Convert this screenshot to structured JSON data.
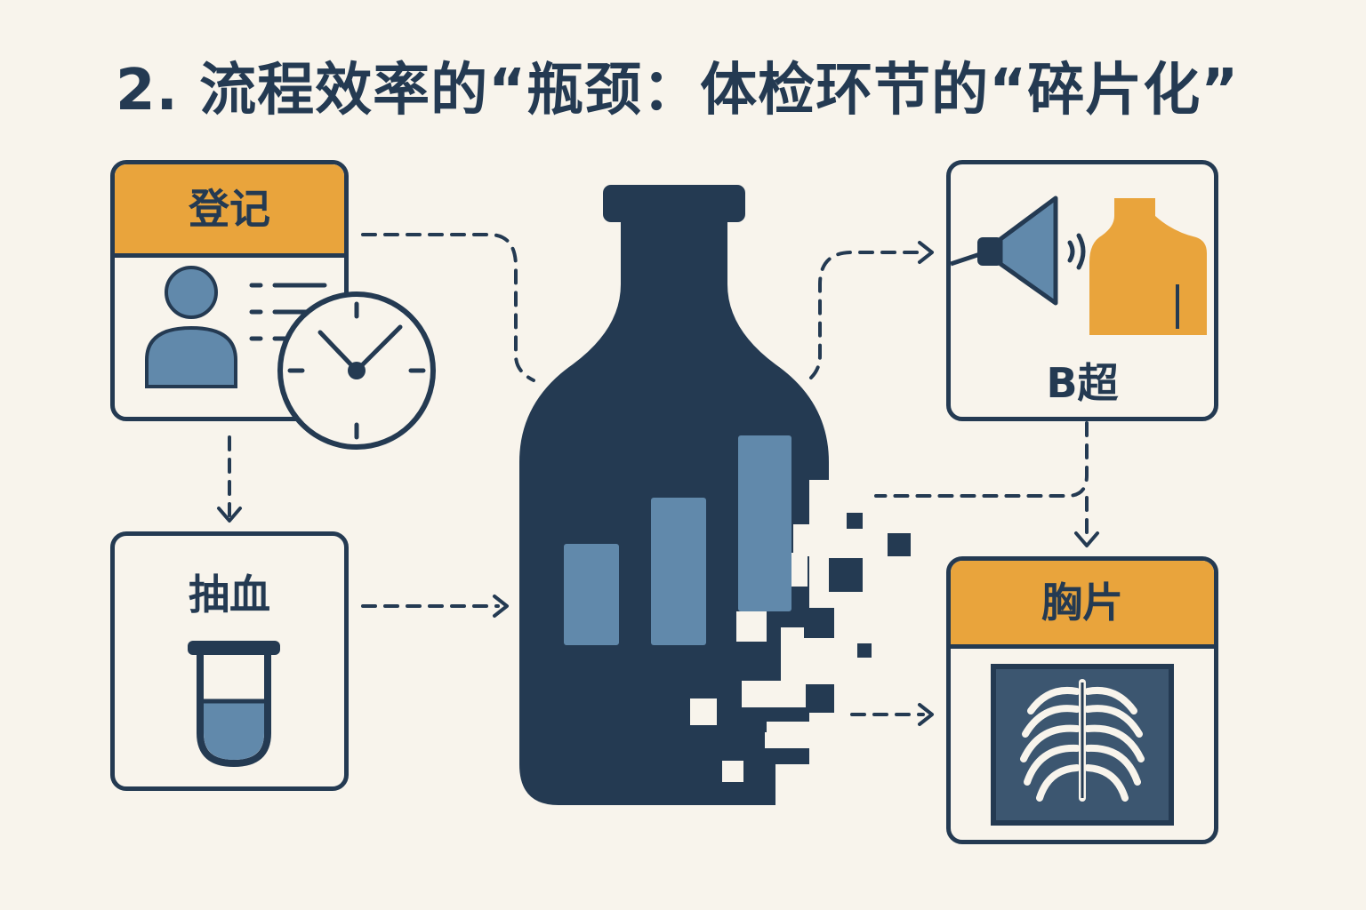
{
  "title": "2. 流程效率的“瓶颈：体检环节的“碎片化”",
  "steps": {
    "register": {
      "label": "登记"
    },
    "blood": {
      "label": "抽血"
    },
    "ultrasound": {
      "label": "B超"
    },
    "xray": {
      "label": "胸片"
    }
  },
  "colors": {
    "background": "#f8f4ec",
    "navy": "#243a52",
    "orange": "#e9a43c",
    "blue": "#6189ab"
  }
}
